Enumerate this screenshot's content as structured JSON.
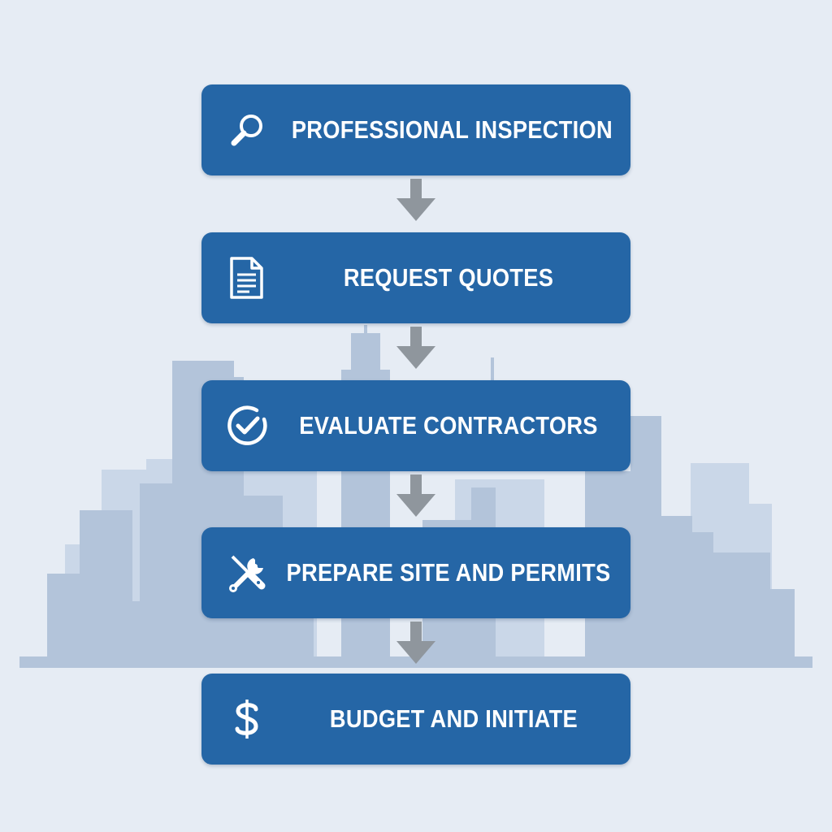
{
  "diagram": {
    "steps": [
      {
        "label": "PROFESSIONAL INSPECTION",
        "icon": "magnifier-icon"
      },
      {
        "label": "REQUEST QUOTES",
        "icon": "document-icon"
      },
      {
        "label": "EVALUATE CONTRACTORS",
        "icon": "check-circle-icon"
      },
      {
        "label": "PREPARE SITE AND PERMITS",
        "icon": "wrench-screwdriver-icon"
      },
      {
        "label": "BUDGET AND INITIATE",
        "icon": "dollar-icon"
      }
    ],
    "connectors": [
      "arrow-down-icon",
      "arrow-down-icon",
      "arrow-down-icon",
      "arrow-down-icon"
    ]
  },
  "colors": {
    "background": "#e6ecf4",
    "box": "#2566a6",
    "text": "#ffffff",
    "arrow": "#8f969d",
    "skyline_light": "#cbd8e8",
    "skyline_dark": "#aebfd6"
  }
}
